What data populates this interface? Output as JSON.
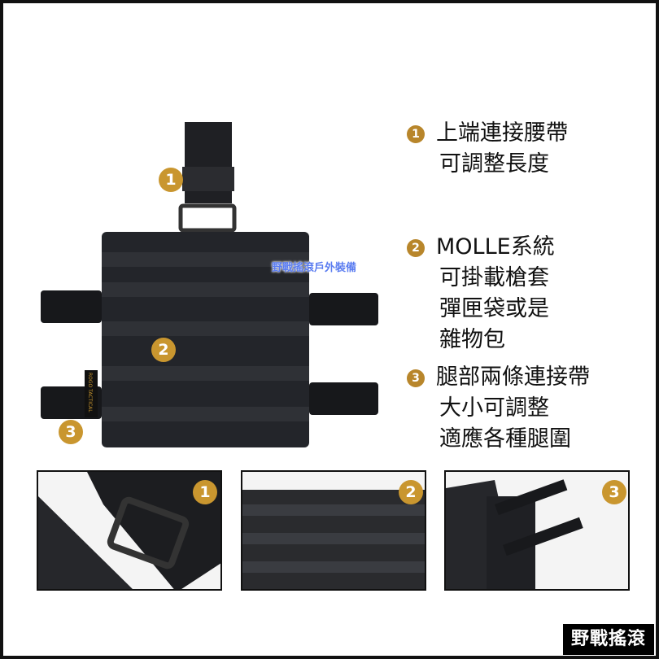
{
  "features": [
    {
      "number": "1",
      "lines": [
        "上端連接腰帶",
        "可調整長度"
      ]
    },
    {
      "number": "2",
      "lines": [
        "MOLLE系統",
        "可掛載槍套",
        "彈匣袋或是",
        "雜物包"
      ]
    },
    {
      "number": "3",
      "lines": [
        "腿部兩條連接帶",
        "大小可調整",
        "適應各種腿圍"
      ]
    }
  ],
  "badges": [
    "1",
    "2",
    "3"
  ],
  "product_label": "ROGO TACTICAL",
  "watermark": "野戰搖滾戶外裝備",
  "logo": "野戰搖滾",
  "colors": {
    "badge": "#c9962f",
    "fabric": "#23252a"
  }
}
